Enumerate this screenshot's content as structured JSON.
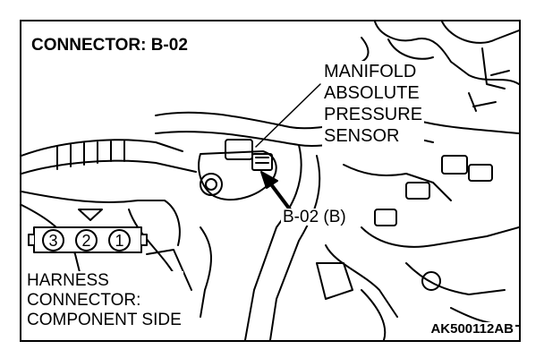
{
  "title": "CONNECTOR: B-02",
  "sensor_label": [
    "MANIFOLD",
    "ABSOLUTE",
    "PRESSURE",
    "SENSOR"
  ],
  "connector_callout": "B-02 (B)",
  "harness_label": [
    "HARNESS",
    "CONNECTOR:",
    "COMPONENT SIDE"
  ],
  "pins": [
    "3",
    "2",
    "1"
  ],
  "figure_code": "AK500112AB"
}
